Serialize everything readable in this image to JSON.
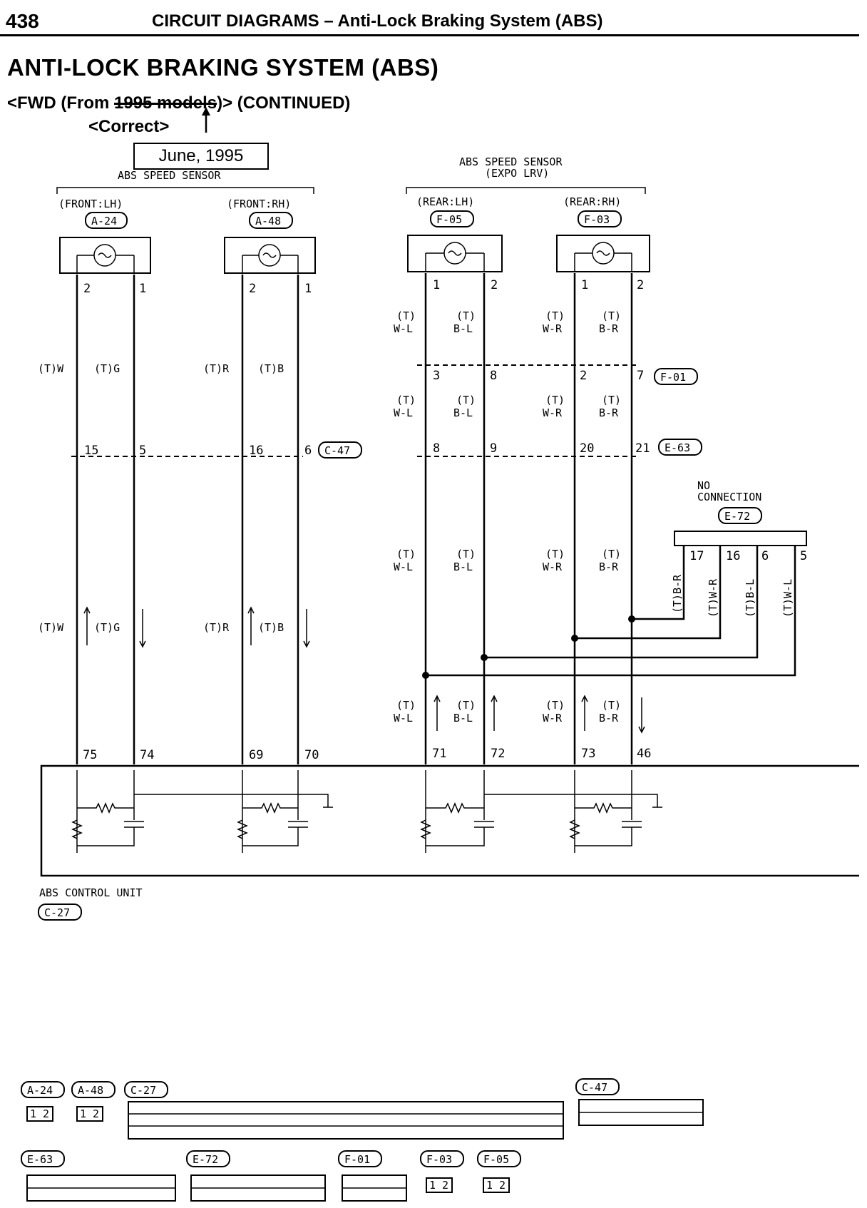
{
  "header": {
    "page_number": "438",
    "title": "CIRCUIT DIAGRAMS – Anti-Lock Braking System (ABS)"
  },
  "title": "ANTI-LOCK BRAKING SYSTEM (ABS)",
  "subtitle": {
    "prefix": "<FWD (From ",
    "struck": "1995 models",
    "suffix": ")> (CONTINUED)"
  },
  "correction": {
    "label": "<Correct>",
    "date": "June, 1995"
  },
  "front_sensor_group": {
    "title": "ABS SPEED SENSOR",
    "left": {
      "position": "(FRONT:LH)",
      "connector": "A-24",
      "pin_a": "2",
      "pin_b": "1",
      "wire_a": "(T)W",
      "wire_b": "(T)G",
      "joint_a": "15",
      "joint_b": "5",
      "ecu_a": "75",
      "ecu_b": "74"
    },
    "right": {
      "position": "(FRONT:RH)",
      "connector": "A-48",
      "pin_a": "2",
      "pin_b": "1",
      "wire_a": "(T)R",
      "wire_b": "(T)B",
      "joint_a": "16",
      "joint_b": "6",
      "ecu_a": "69",
      "ecu_b": "70"
    },
    "joint_connector": "C-47"
  },
  "rear_sensor_group": {
    "title": "ABS SPEED SENSOR",
    "subtitle": "(EXPO LRV)",
    "left": {
      "position": "(REAR:LH)",
      "connector": "F-05",
      "pin_a": "1",
      "pin_b": "2",
      "wire_a": "(T)\nW-L",
      "wire_b": "(T)\nB-L",
      "mid_a": "3",
      "mid_b": "8",
      "joint_a": "8",
      "joint_b": "9",
      "ecu_a": "71",
      "ecu_b": "72"
    },
    "right": {
      "position": "(REAR:RH)",
      "connector": "F-03",
      "pin_a": "1",
      "pin_b": "2",
      "wire_a": "(T)\nW-R",
      "wire_b": "(T)\nB-R",
      "mid_a": "2",
      "mid_b": "7",
      "joint_a": "20",
      "joint_b": "21",
      "ecu_a": "73",
      "ecu_b": "46"
    },
    "mid_connector": "F-01",
    "joint_connector": "E-63"
  },
  "no_connection": {
    "label_1": "NO",
    "label_2": "CONNECTION",
    "connector": "E-72",
    "pins": [
      "17",
      "16",
      "6",
      "5"
    ],
    "wires": [
      "(T)B-R",
      "(T)W-R",
      "(T)B-L",
      "(T)W-L"
    ]
  },
  "control_unit": {
    "label": "ABS CONTROL UNIT",
    "connector": "C-27"
  },
  "wire_labels": {
    "tw": "(T)W",
    "tg": "(T)G",
    "tr": "(T)R",
    "tb": "(T)B",
    "t": "(T)",
    "wl": "W-L",
    "bl": "B-L",
    "wr": "W-R",
    "br": "B-R"
  },
  "legend": {
    "a24": "A-24",
    "a48": "A-48",
    "c27": "C-27",
    "c47": "C-47",
    "e63": "E-63",
    "e72": "E-72",
    "f01": "F-01",
    "f03": "F-03",
    "f05": "F-05",
    "a24_pins": "1 2",
    "a48_pins": "1 2",
    "f03_pins": "1 2",
    "f05_pins": "1 2"
  }
}
